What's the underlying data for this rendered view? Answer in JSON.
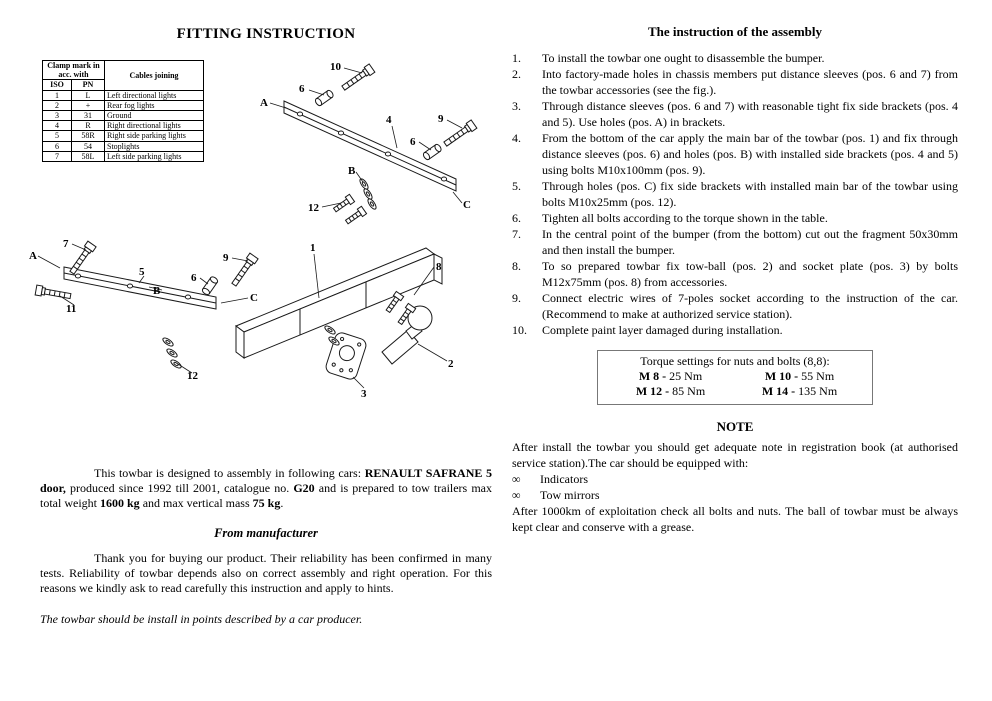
{
  "left": {
    "title": "FITTING INSTRUCTION",
    "clamp_table": {
      "h_top": "Clamp mark in acc. with",
      "h_cables": "Cables joining",
      "h_iso": "ISO",
      "h_pn": "PN",
      "rows": [
        {
          "iso": "1",
          "pn": "L",
          "cable": "Left directional lights"
        },
        {
          "iso": "2",
          "pn": "+",
          "cable": "Rear fog lights"
        },
        {
          "iso": "3",
          "pn": "31",
          "cable": "Ground"
        },
        {
          "iso": "4",
          "pn": "R",
          "cable": "Right directional lights"
        },
        {
          "iso": "5",
          "pn": "58R",
          "cable": "Right side parking lights"
        },
        {
          "iso": "6",
          "pn": "54",
          "cable": "Stoplights"
        },
        {
          "iso": "7",
          "pn": "58L",
          "cable": "Left side parking lights"
        }
      ]
    },
    "diagram": {
      "labels": [
        "10",
        "6",
        "A",
        "4",
        "9",
        "6",
        "B",
        "12",
        "C",
        "7",
        "A",
        "5",
        "9",
        "6",
        "B",
        "C",
        "11",
        "1",
        "8",
        "12",
        "2",
        "3"
      ]
    },
    "car": {
      "s1": "This towbar is designed to assembly in following cars: ",
      "b1": "RENAULT SAFRANE 5 door,",
      "s2": " produced since 1992 till 2001, catalogue no. ",
      "b2": "G20",
      "s3": " and is prepared to tow trailers max total weight ",
      "b3": "1600 kg",
      "s4": " and max vertical mass ",
      "b4": "75 kg",
      "s5": "."
    },
    "manufacturer": {
      "title": "From manufacturer",
      "body": "Thank you for buying our product. Their reliability has been confirmed in many tests. Reliability of towbar depends also on correct assembly and right operation. For this reasons we kindly ask to read carefully this instruction and apply to hints."
    },
    "install_note": "The towbar should be install in points described by a car producer."
  },
  "right": {
    "title": "The instruction of the assembly",
    "steps": [
      {
        "num": "1.",
        "text": "To install the towbar one ought to disassemble the bumper."
      },
      {
        "num": "2.",
        "text": "Into factory-made holes in chassis members put distance sleeves (pos. 6 and 7) from the towbar accessories (see the fig.)."
      },
      {
        "num": "3.",
        "text": "Through distance sleeves (pos. 6 and 7) with reasonable tight fix side brackets (pos. 4 and 5). Use holes (pos. A) in brackets."
      },
      {
        "num": "4.",
        "text": "From the bottom of the car apply the main bar of the towbar (pos. 1) and fix through distance sleeves (pos. 6) and holes (pos. B) with installed side brackets (pos. 4 and 5) using bolts M10x100mm (pos. 9)."
      },
      {
        "num": "5.",
        "text": "Through holes (pos. C) fix side brackets with installed main bar of the towbar using bolts M10x25mm (pos. 12)."
      },
      {
        "num": "6.",
        "text": "Tighten all bolts according to the torque shown in the table."
      },
      {
        "num": "7.",
        "text": "In the central point of the bumper (from the bottom) cut out the fragment 50x30mm and then install the bumper."
      },
      {
        "num": "8.",
        "text": "To so prepared towbar fix tow-ball (pos. 2) and socket plate (pos. 3) by bolts M12x75mm (pos. 8) from accessories."
      },
      {
        "num": "9.",
        "text": "Connect electric wires of 7-poles socket according to the instruction of the car. (Recommend to make at authorized service station)."
      },
      {
        "num": "10.",
        "text": "Complete paint layer damaged during installation."
      }
    ],
    "torque": {
      "title": "Torque settings for nuts and bolts (8,8):",
      "r1a_b": "M 8 -",
      "r1a_t": " 25 Nm",
      "r1b_b": "M 10 -",
      "r1b_t": " 55 Nm",
      "r2a_b": "M 12 -",
      "r2a_t": " 85 Nm",
      "r2b_b": "M 14 -",
      "r2b_t": " 135 Nm"
    },
    "note": {
      "title": "NOTE",
      "p1": "After install the towbar you should get adequate note in registration book (at authorised service station).The car should be equipped with:",
      "bullets": [
        {
          "mark": "∞",
          "text": "Indicators"
        },
        {
          "mark": "∞",
          "text": "Tow mirrors"
        }
      ],
      "p2": "After 1000km of exploitation check all bolts and nuts. The ball of towbar must be always kept clear and conserve with a grease."
    }
  }
}
